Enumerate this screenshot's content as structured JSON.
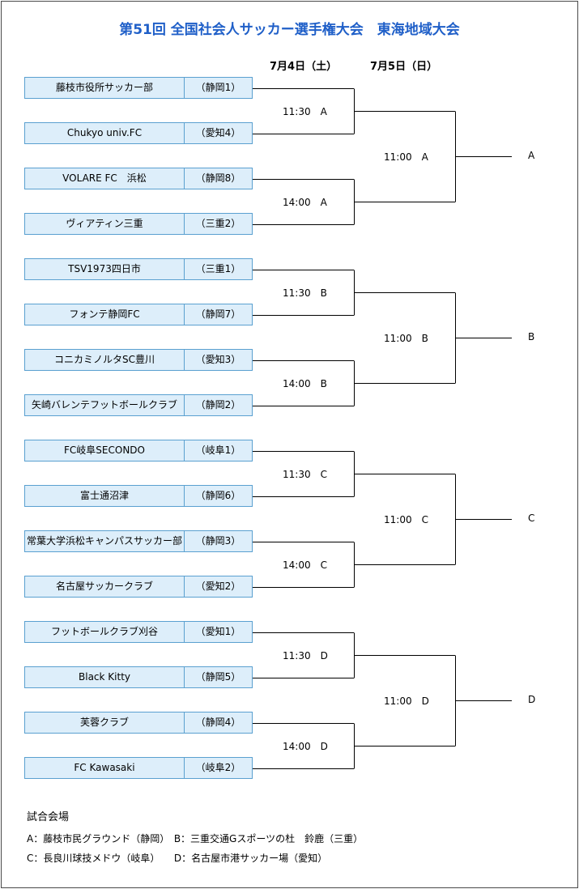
{
  "title": "第51回 全国社会人サッカー選手権大会　東海地域大会",
  "days": [
    "7月4日（土）",
    "7月5日（日）"
  ],
  "teams": [
    {
      "name": "藤枝市役所サッカー部",
      "pref": "（静岡1）"
    },
    {
      "name": "Chukyo univ.FC",
      "pref": "（愛知4）"
    },
    {
      "name": "VOLARE FC　浜松",
      "pref": "（静岡8）"
    },
    {
      "name": "ヴィアティン三重",
      "pref": "（三重2）"
    },
    {
      "name": "TSV1973四日市",
      "pref": "（三重1）"
    },
    {
      "name": "フォンテ静岡FC",
      "pref": "（静岡7）"
    },
    {
      "name": "コニカミノルタSC豊川",
      "pref": "（愛知3）"
    },
    {
      "name": "矢崎バレンテフットボールクラブ",
      "pref": "（静岡2）"
    },
    {
      "name": "FC岐阜SECONDO",
      "pref": "（岐阜1）"
    },
    {
      "name": "富士通沼津",
      "pref": "（静岡6）"
    },
    {
      "name": "常葉大学浜松キャンパスサッカー部",
      "pref": "（静岡3）"
    },
    {
      "name": "名古屋サッカークラブ",
      "pref": "（愛知2）"
    },
    {
      "name": "フットボールクラブ刈谷",
      "pref": "（愛知1）"
    },
    {
      "name": "Black Kitty",
      "pref": "（静岡5）"
    },
    {
      "name": "芙蓉クラブ",
      "pref": "（静岡4）"
    },
    {
      "name": "FC Kawasaki",
      "pref": "（岐阜2）"
    }
  ],
  "round1": [
    "11:30　A",
    "14:00　A",
    "11:30　B",
    "14:00　B",
    "11:30　C",
    "14:00　C",
    "11:30　D",
    "14:00　D"
  ],
  "round2": [
    "11:00　A",
    "11:00　B",
    "11:00　C",
    "11:00　D"
  ],
  "finals": [
    "A",
    "B",
    "C",
    "D"
  ],
  "venues": {
    "title": "試合会場",
    "a": "A：藤枝市民グラウンド（静岡）",
    "b": "B：三重交通Gスポーツの杜　鈴鹿（三重）",
    "c": "C：長良川球技メドウ（岐阜）",
    "d": "D：名古屋市港サッカー場（愛知）"
  }
}
